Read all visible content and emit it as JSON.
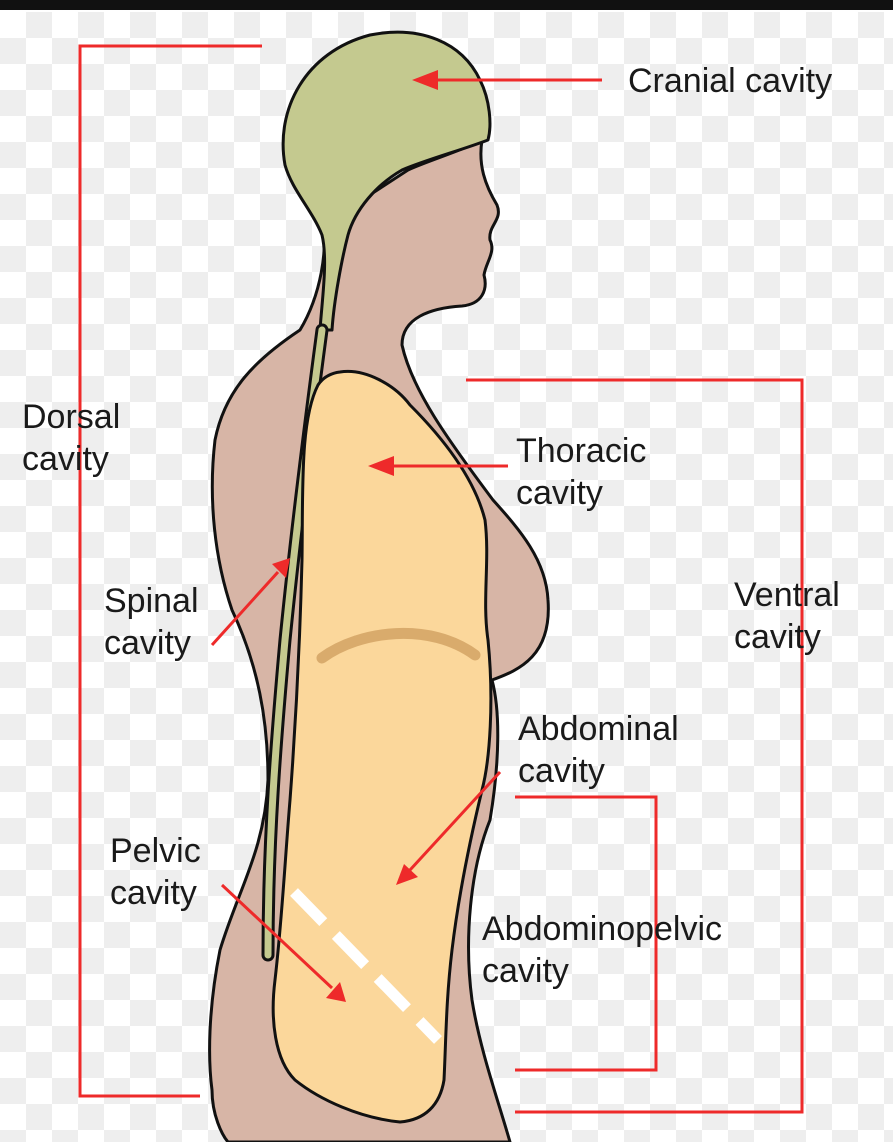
{
  "colors": {
    "body": "#d7b5a6",
    "head": "#c4c98f",
    "trunk_cavity": "#fbd79b",
    "diaphragm": "#d9ab6c",
    "spinal_cord": "#c4c98f",
    "outline": "#111111",
    "pointer": "#ee2a2a",
    "bracket": "#ee2a2a",
    "pelvic_divider": "#ffffff"
  },
  "labels": {
    "cranial": "Cranial cavity",
    "dorsal_1": "Dorsal",
    "dorsal_2": "cavity",
    "thoracic_1": "Thoracic",
    "thoracic_2": "cavity",
    "spinal_1": "Spinal",
    "spinal_2": "cavity",
    "ventral_1": "Ventral",
    "ventral_2": "cavity",
    "abdominal_1": "Abdominal",
    "abdominal_2": "cavity",
    "pelvic_1": "Pelvic",
    "pelvic_2": "cavity",
    "abdominopelvic_1": "Abdominopelvic",
    "abdominopelvic_2": "cavity"
  }
}
